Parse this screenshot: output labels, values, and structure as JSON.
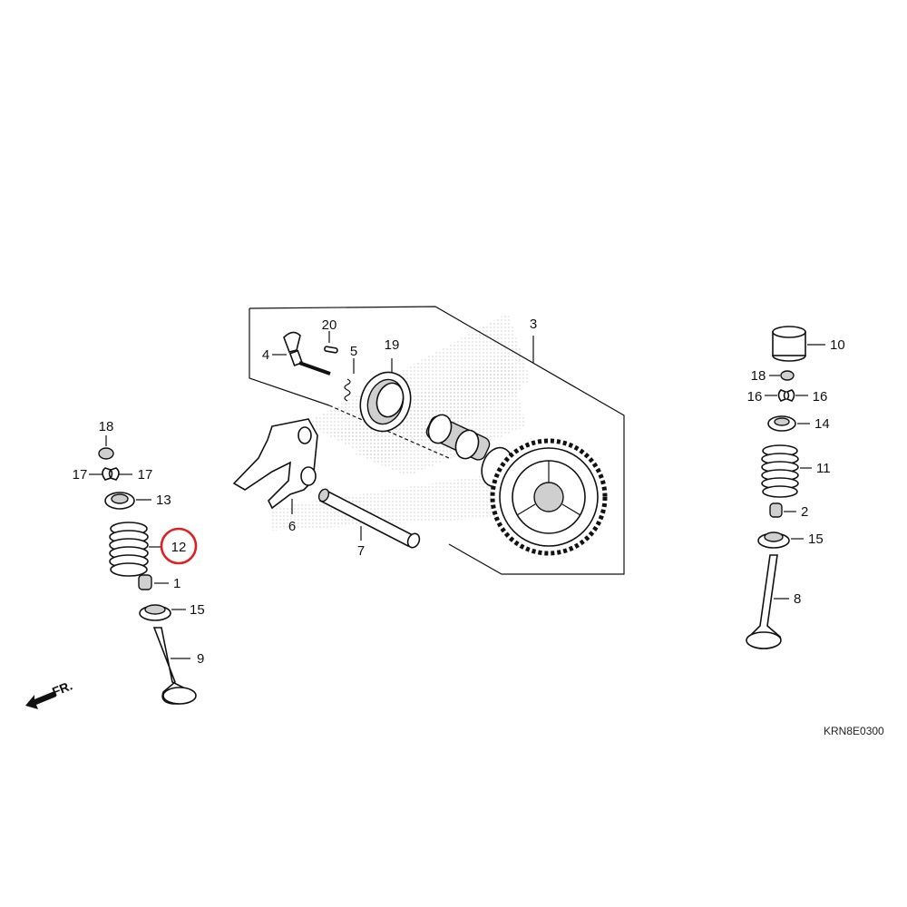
{
  "diagram_code": "KRN8E0300",
  "front_indicator": "FR.",
  "highlight_color": "#e02020",
  "highlighted_callout": "12",
  "callouts": {
    "p1": "1",
    "p2": "2",
    "p3": "3",
    "p4": "4",
    "p5": "5",
    "p6": "6",
    "p7": "7",
    "p8": "8",
    "p9": "9",
    "p10": "10",
    "p11": "11",
    "p12": "12",
    "p13": "13",
    "p14": "14",
    "p15_left": "15",
    "p15_right": "15",
    "p16_left": "16",
    "p16_right": "16",
    "p17_left": "17",
    "p17_right": "17",
    "p18_left": "18",
    "p18_right": "18",
    "p19": "19",
    "p20": "20"
  }
}
